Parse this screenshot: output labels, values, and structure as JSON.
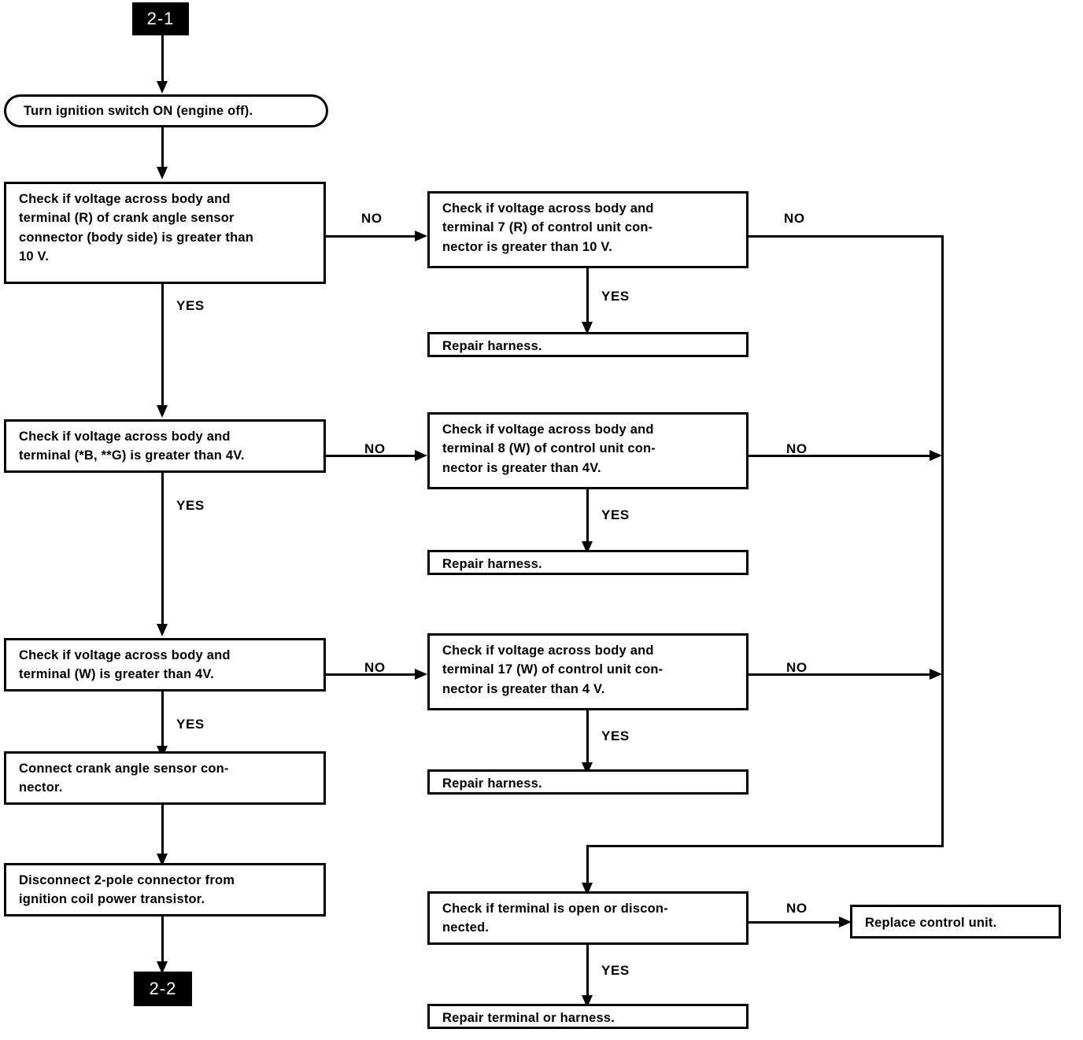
{
  "diagram": {
    "title": "Crank angle sensor / control unit voltage diagnostic flowchart",
    "page_ref_in": "2-1",
    "page_ref_out": "2-2",
    "line_color": "#000000",
    "background_color": "#ffffff",
    "tag_background": "#000000",
    "tag_text_color": "#ffffff"
  },
  "labels": {
    "yes": "YES",
    "no": "NO"
  },
  "nodes": {
    "start_tag": "2-1",
    "end_tag": "2-2",
    "ignition": "Turn ignition switch ON (engine off).",
    "check_sensor_r": "Check if voltage across body and\nterminal (R) of crank angle sensor\nconnector (body side) is greater than\n10 V.",
    "check_unit_7r": "Check if voltage across body and\nterminal 7 (R) of control unit con-\nnector is greater than 10 V.",
    "repair_harness_1": "Repair harness.",
    "check_terminal_bg": "Check if voltage across body and\nterminal (*B, **G) is greater than 4V.",
    "check_unit_8w": "Check if voltage across body and\nterminal 8 (W) of control unit con-\nnector is greater than 4V.",
    "repair_harness_2": "Repair harness.",
    "check_terminal_w": "Check if voltage across body and\nterminal (W) is greater than 4V.",
    "check_unit_17w": "Check if voltage across body and\nterminal 17 (W) of control unit con-\nnector is greater than 4 V.",
    "repair_harness_3": "Repair harness.",
    "connect_sensor": "Connect crank angle sensor con-\nnector.",
    "disconnect_2pole": "Disconnect 2-pole connector from\nignition coil power transistor.",
    "check_open": "Check if terminal is open or discon-\nnected.",
    "replace_unit": "Replace control unit.",
    "repair_terminal": "Repair terminal or harness."
  },
  "branches": {
    "b1_no": "NO",
    "b1_yes": "YES",
    "b2_no": "NO",
    "b2_yes": "YES",
    "b3_no": "NO",
    "b3_yes": "YES",
    "b4_no": "NO",
    "b4_yes": "YES",
    "b5_no": "NO",
    "b5_yes": "YES",
    "b6_no": "NO",
    "b6_yes": "YES",
    "b7_no": "NO",
    "b7_yes": "YES"
  }
}
